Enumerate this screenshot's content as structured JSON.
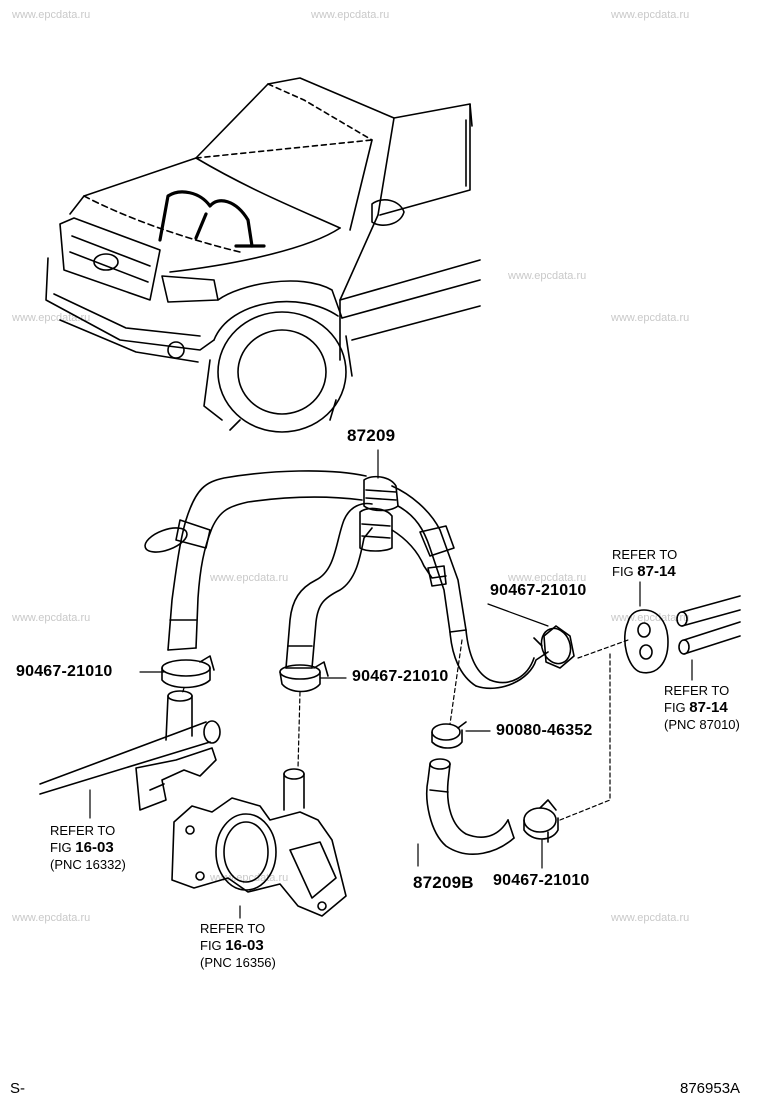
{
  "watermark": "www.epcdata.ru",
  "parts": {
    "p87209": "87209",
    "p87209b": "87209B",
    "clamp_left": "90467-21010",
    "clamp_center": "90467-21010",
    "clamp_right": "90467-21010",
    "clamp_bottom": "90467-21010",
    "clip": "90080-46352"
  },
  "refs": {
    "ref_87_14_top": {
      "line1": "REFER TO",
      "fig_prefix": "FIG",
      "fig": "87-14"
    },
    "ref_87_14_bottom": {
      "line1": "REFER TO",
      "fig_prefix": "FIG",
      "fig": "87-14",
      "pnc": "(PNC 87010)"
    },
    "ref_16_03_left": {
      "line1": "REFER TO",
      "fig_prefix": "FIG",
      "fig": "16-03",
      "pnc": "(PNC 16332)"
    },
    "ref_16_03_center": {
      "line1": "REFER TO",
      "fig_prefix": "FIG",
      "fig": "16-03",
      "pnc": "(PNC 16356)"
    }
  },
  "footer": {
    "left": "S-",
    "right": "876953A"
  }
}
